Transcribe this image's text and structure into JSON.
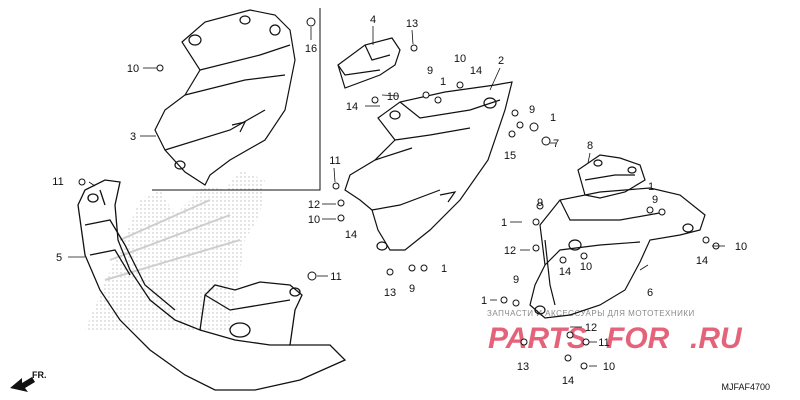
{
  "diagram": {
    "drawing_code": "MJFAF4700",
    "front_marker": "FR.",
    "watermark": {
      "tagline": "ЗАПЧАСТИ И АКСЕССУАРЫ ДЛЯ МОТОТЕХНИКИ",
      "logo_main": "PARTS",
      "logo_mid": "FOR",
      "logo_tld": ".RU",
      "logo_colors": {
        "main": "#e5637a",
        "tld": "#e5637a"
      }
    },
    "callouts": [
      "1",
      "2",
      "3",
      "4",
      "5",
      "6",
      "7",
      "8",
      "9",
      "10",
      "11",
      "12",
      "13",
      "14",
      "15",
      "16"
    ]
  }
}
